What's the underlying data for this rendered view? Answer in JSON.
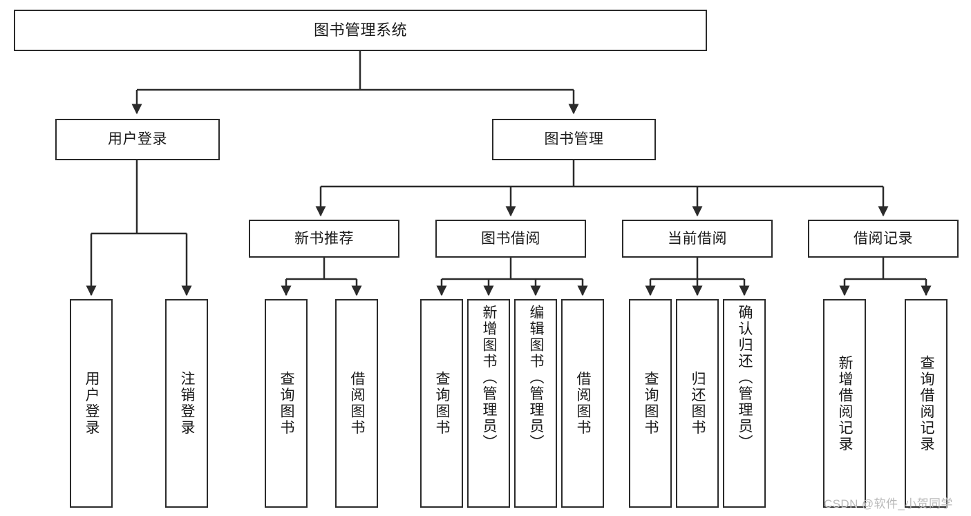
{
  "diagram": {
    "title": "图书管理系统",
    "type": "tree-hierarchy-chart",
    "colors": {
      "background": "#ffffff",
      "box_border": "#2b2b2b",
      "box_fill": "#ffffff",
      "text": "#1a1a1a",
      "edge": "#2b2b2b",
      "watermark": "#b9b9b9"
    }
  },
  "nodes": {
    "root": {
      "label": "图书管理系统"
    },
    "level2": [
      {
        "id": "user-login",
        "label": "用户登录"
      },
      {
        "id": "book-manage",
        "label": "图书管理"
      }
    ],
    "level3": [
      {
        "id": "new-book-recommend",
        "label": "新书推荐"
      },
      {
        "id": "book-borrow",
        "label": "图书借阅"
      },
      {
        "id": "current-borrow",
        "label": "当前借阅"
      },
      {
        "id": "borrow-record",
        "label": "借阅记录"
      }
    ],
    "leaves": [
      {
        "id": "leaf-user-login",
        "label": "用户登录",
        "align": "center"
      },
      {
        "id": "leaf-logout-login",
        "label": "注销登录",
        "align": "center"
      },
      {
        "id": "leaf-query-book-1",
        "label": "查询图书",
        "align": "center"
      },
      {
        "id": "leaf-borrow-book-1",
        "label": "借阅图书",
        "align": "center"
      },
      {
        "id": "leaf-query-book-2",
        "label": "查询图书",
        "align": "center"
      },
      {
        "id": "leaf-add-book-admin",
        "label": "新增图书（管理员）",
        "align": "top"
      },
      {
        "id": "leaf-edit-book-admin",
        "label": "编辑图书（管理员）",
        "align": "top"
      },
      {
        "id": "leaf-borrow-book-2",
        "label": "借阅图书",
        "align": "center"
      },
      {
        "id": "leaf-query-book-3",
        "label": "查询图书",
        "align": "center"
      },
      {
        "id": "leaf-return-book",
        "label": "归还图书",
        "align": "center"
      },
      {
        "id": "leaf-confirm-return-admin",
        "label": "确认归还（管理员）",
        "align": "top"
      },
      {
        "id": "leaf-add-borrow-record",
        "label": "新增借阅记录",
        "align": "center"
      },
      {
        "id": "leaf-query-borrow-record",
        "label": "查询借阅记录",
        "align": "center"
      }
    ]
  },
  "watermark": {
    "text": "CSDN @软件_小贺同学"
  }
}
